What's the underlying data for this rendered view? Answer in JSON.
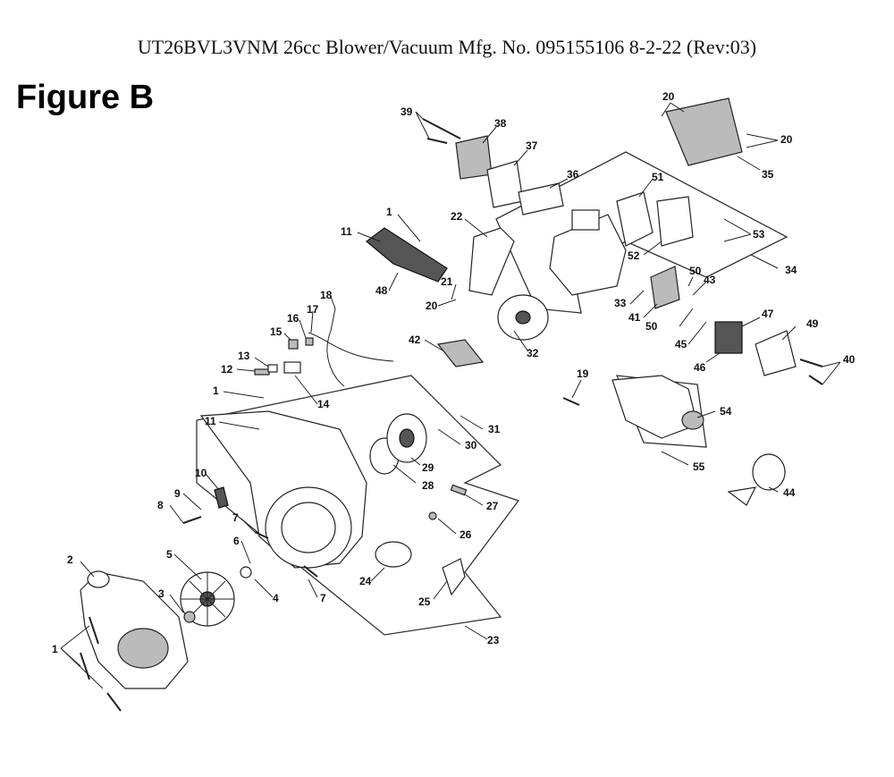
{
  "header": {
    "title": "UT26BVL3VNM 26cc Blower/Vacuum Mfg. No. 095155106 8-2-22 (Rev:03)",
    "figure_label": "Figure B"
  },
  "callouts": {
    "c1a": "1",
    "c1b": "1",
    "c1c": "1",
    "c2": "2",
    "c3": "3",
    "c4": "4",
    "c5": "5",
    "c6": "6",
    "c7a": "7",
    "c7b": "7",
    "c8": "8",
    "c9": "9",
    "c10": "10",
    "c11a": "11",
    "c11b": "11",
    "c12": "12",
    "c13": "13",
    "c14": "14",
    "c15": "15",
    "c16": "16",
    "c17": "17",
    "c18": "18",
    "c19": "19",
    "c20a": "20",
    "c20b": "20",
    "c20c": "20",
    "c21": "21",
    "c22": "22",
    "c23": "23",
    "c24": "24",
    "c25": "25",
    "c26": "26",
    "c27": "27",
    "c28": "28",
    "c29": "29",
    "c30": "30",
    "c31": "31",
    "c32": "32",
    "c33": "33",
    "c34": "34",
    "c35": "35",
    "c36": "36",
    "c37": "37",
    "c38": "38",
    "c39": "39",
    "c40": "40",
    "c41": "41",
    "c42": "42",
    "c43": "43",
    "c44": "44",
    "c45": "45",
    "c46": "46",
    "c47": "47",
    "c48": "48",
    "c49": "49",
    "c50a": "50",
    "c50b": "50",
    "c51": "51",
    "c52": "52",
    "c53": "53",
    "c54": "54",
    "c55": "55"
  }
}
